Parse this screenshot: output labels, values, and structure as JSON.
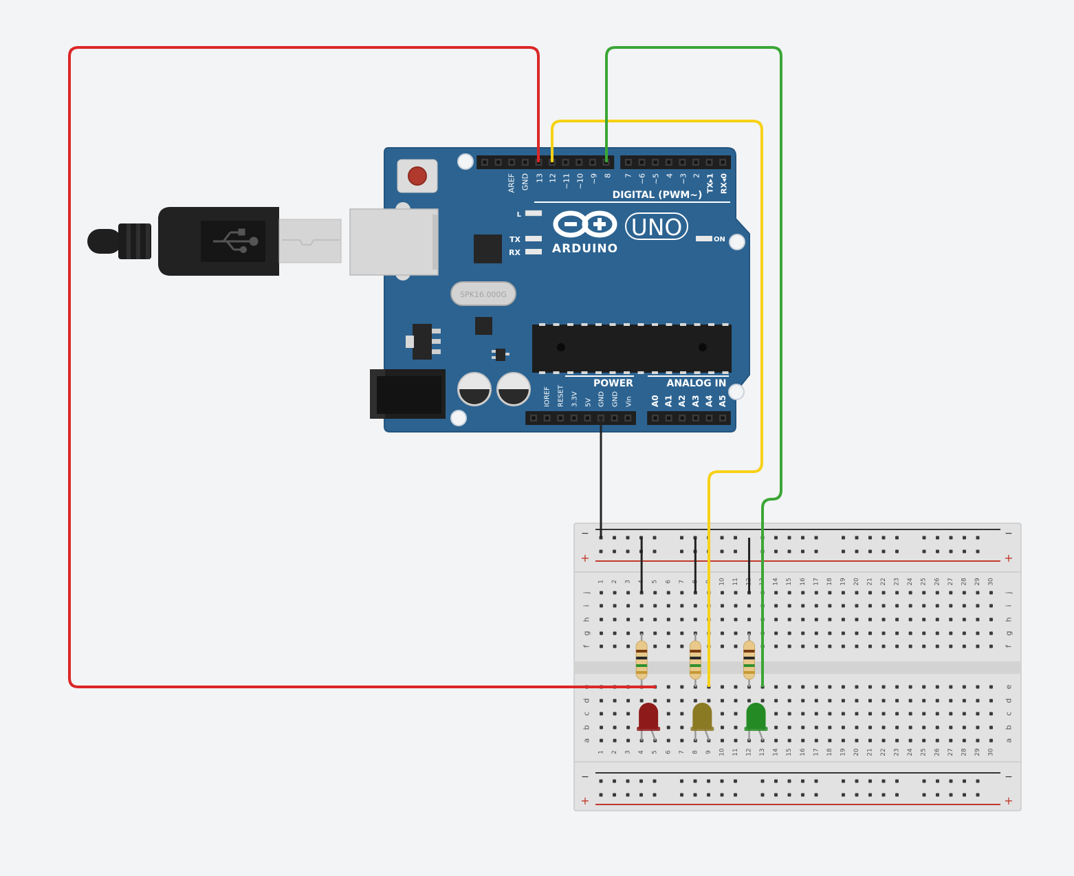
{
  "colors": {
    "background": "#f3f4f6",
    "board": "#2c6391",
    "board_edge": "#1f4f77",
    "breadboard": "#e3e3e3",
    "wire_red": "#dc2626",
    "wire_yellow": "#f7d116",
    "wire_green": "#3aa635",
    "wire_black": "#222222",
    "led_red": "#8e1a1a",
    "led_yellow": "#8a7a24",
    "led_green": "#248a24",
    "resistor": "#e8c98a"
  },
  "board": {
    "digital_pins": [
      "AREF",
      "GND",
      "13",
      "12",
      "~11",
      "~10",
      "~9",
      "8",
      "7",
      "~6",
      "~5",
      "4",
      "~3",
      "2",
      "TX▸1",
      "RX◂0"
    ],
    "digital_label": "DIGITAL (PWM~)",
    "brand": "ARDUINO",
    "model": "UNO",
    "led_l": "L",
    "led_tx": "TX",
    "led_rx": "RX",
    "led_on": "ON",
    "crystal": "SPK16.000G",
    "power_label": "POWER",
    "analog_label": "ANALOG IN",
    "power_pins": [
      "IOREF",
      "RESET",
      "3.3V",
      "5V",
      "GND",
      "GND",
      "Vin"
    ],
    "analog_pins": [
      "A0",
      "A1",
      "A2",
      "A3",
      "A4",
      "A5"
    ]
  },
  "breadboard": {
    "columns": 30,
    "rows_top": [
      "j",
      "i",
      "h",
      "g",
      "f"
    ],
    "rows_bottom": [
      "e",
      "d",
      "c",
      "b",
      "a"
    ],
    "rail_minus": "−",
    "rail_plus": "+"
  },
  "leds": [
    {
      "color": "red",
      "column": 4
    },
    {
      "color": "yellow",
      "column": 8
    },
    {
      "color": "green",
      "column": 12
    }
  ],
  "wires": [
    {
      "color": "red",
      "from": "pin 13",
      "to": "e5"
    },
    {
      "color": "yellow",
      "from": "pin 12",
      "to": "e9"
    },
    {
      "color": "green",
      "from": "pin 8",
      "to": "e13"
    },
    {
      "color": "black",
      "from": "GND",
      "to": "rail −"
    }
  ]
}
